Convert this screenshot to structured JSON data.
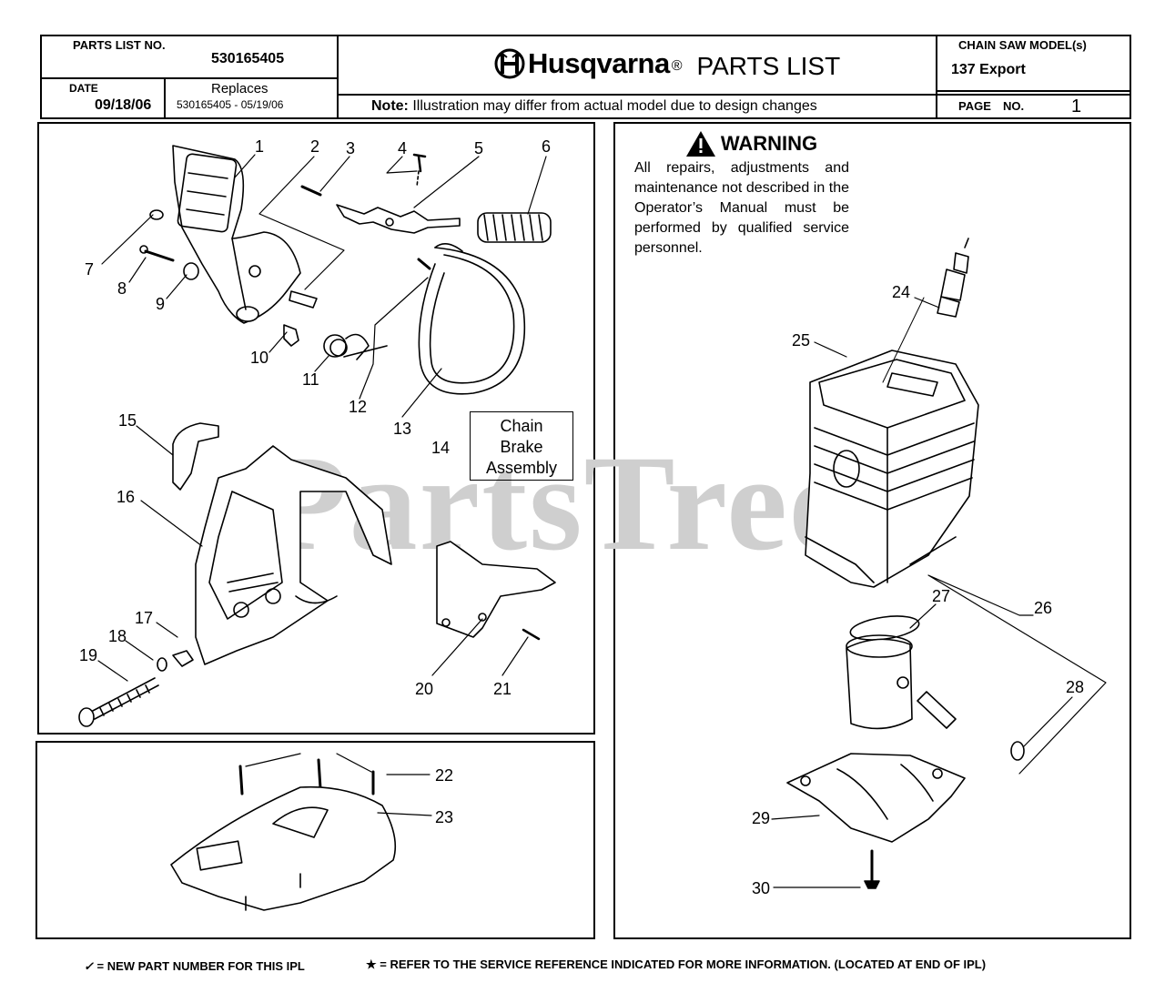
{
  "header": {
    "parts_list_no_label": "PARTS LIST NO.",
    "parts_list_no": "530165405",
    "date_label": "DATE",
    "date": "09/18/06",
    "replaces_label": "Replaces",
    "replaces": "530165405 - 05/19/06",
    "brand": "Husqvarna",
    "brand_reg": "®",
    "title": "PARTS LIST",
    "note_label": "Note:",
    "note": "Illustration may differ from actual model due to design changes",
    "model_label": "CHAIN SAW MODEL(s)",
    "model": "137 Export",
    "page_label": "PAGE",
    "page_no_label": "NO.",
    "page_no": "1"
  },
  "warning": {
    "title": "WARNING",
    "body": "All repairs, adjustments and maintenance not described in the Operator’s Manual must be performed by qualified service personnel."
  },
  "assembly_box": {
    "line1": "Chain",
    "line2": "Brake",
    "line3": "Assembly"
  },
  "watermark": "PartsTree",
  "callouts": [
    "1",
    "2",
    "3",
    "4",
    "5",
    "6",
    "7",
    "8",
    "9",
    "10",
    "11",
    "12",
    "13",
    "14",
    "15",
    "16",
    "17",
    "18",
    "19",
    "20",
    "21",
    "22",
    "23",
    "24",
    "25",
    "26",
    "27",
    "28",
    "29",
    "30"
  ],
  "footer": {
    "left_symbol": "✓",
    "left": "= NEW PART NUMBER FOR THIS  IPL",
    "right_symbol": "★",
    "right": "= REFER TO THE SERVICE REFERENCE  INDICATED FOR MORE INFORMATION. (LOCATED AT END OF IPL)"
  }
}
